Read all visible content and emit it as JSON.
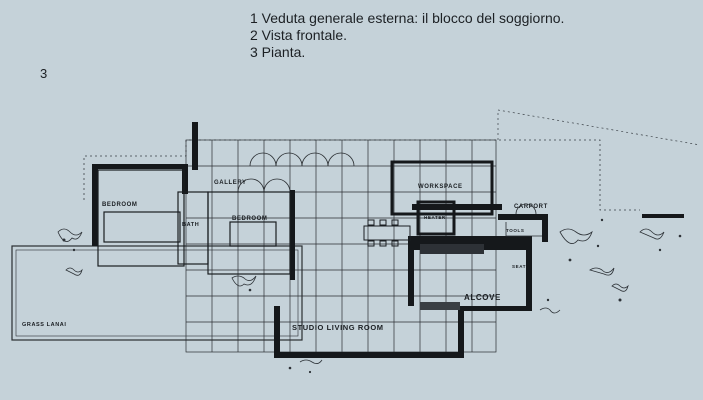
{
  "captions": {
    "line1": "1 Veduta generale esterna: il blocco del soggiorno.",
    "line2": "2 Vista frontale.",
    "line3": "3 Pianta."
  },
  "figure_number": "3",
  "plan_labels": {
    "gallery": "GALLERY",
    "bedroom_left": "BEDROOM",
    "bedroom_center": "BEDROOM",
    "bath": "BATH",
    "workspace": "WORKSPACE",
    "heater": "HEATER",
    "carport": "CARPORT",
    "tools": "TOOLS",
    "seat": "SEAT",
    "alcove": "ALCOVE",
    "grass_lanai": "GRASS LANAI",
    "studio_living_room": "STUDIO LIVING ROOM"
  }
}
